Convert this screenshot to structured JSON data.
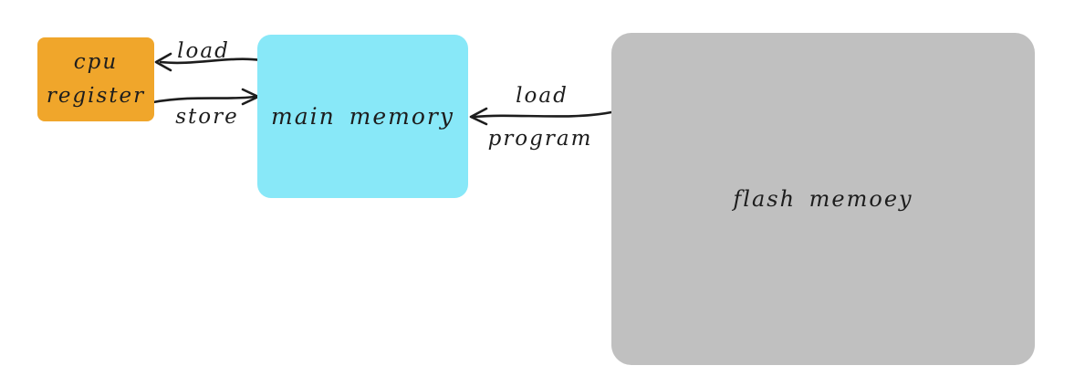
{
  "canvas": {
    "background": "#ffffff",
    "ink_color": "#1d1d1d"
  },
  "nodes": {
    "cpu_register": {
      "lines": [
        "cpu",
        "register"
      ],
      "fill": "#f0a62b"
    },
    "main_memory": {
      "label": "main memory",
      "fill": "#88e8f8"
    },
    "flash_memory": {
      "label": "flash memoey",
      "fill": "#c0c0c0"
    }
  },
  "edges": {
    "load": {
      "label": "load",
      "from": "main memory",
      "to": "cpu register",
      "direction": "left"
    },
    "store": {
      "label": "store",
      "from": "cpu register",
      "to": "main memory",
      "direction": "right"
    },
    "load_program": {
      "label_top": "load",
      "label_bottom": "program",
      "from": "flash memoey",
      "to": "main memory",
      "direction": "left"
    }
  }
}
